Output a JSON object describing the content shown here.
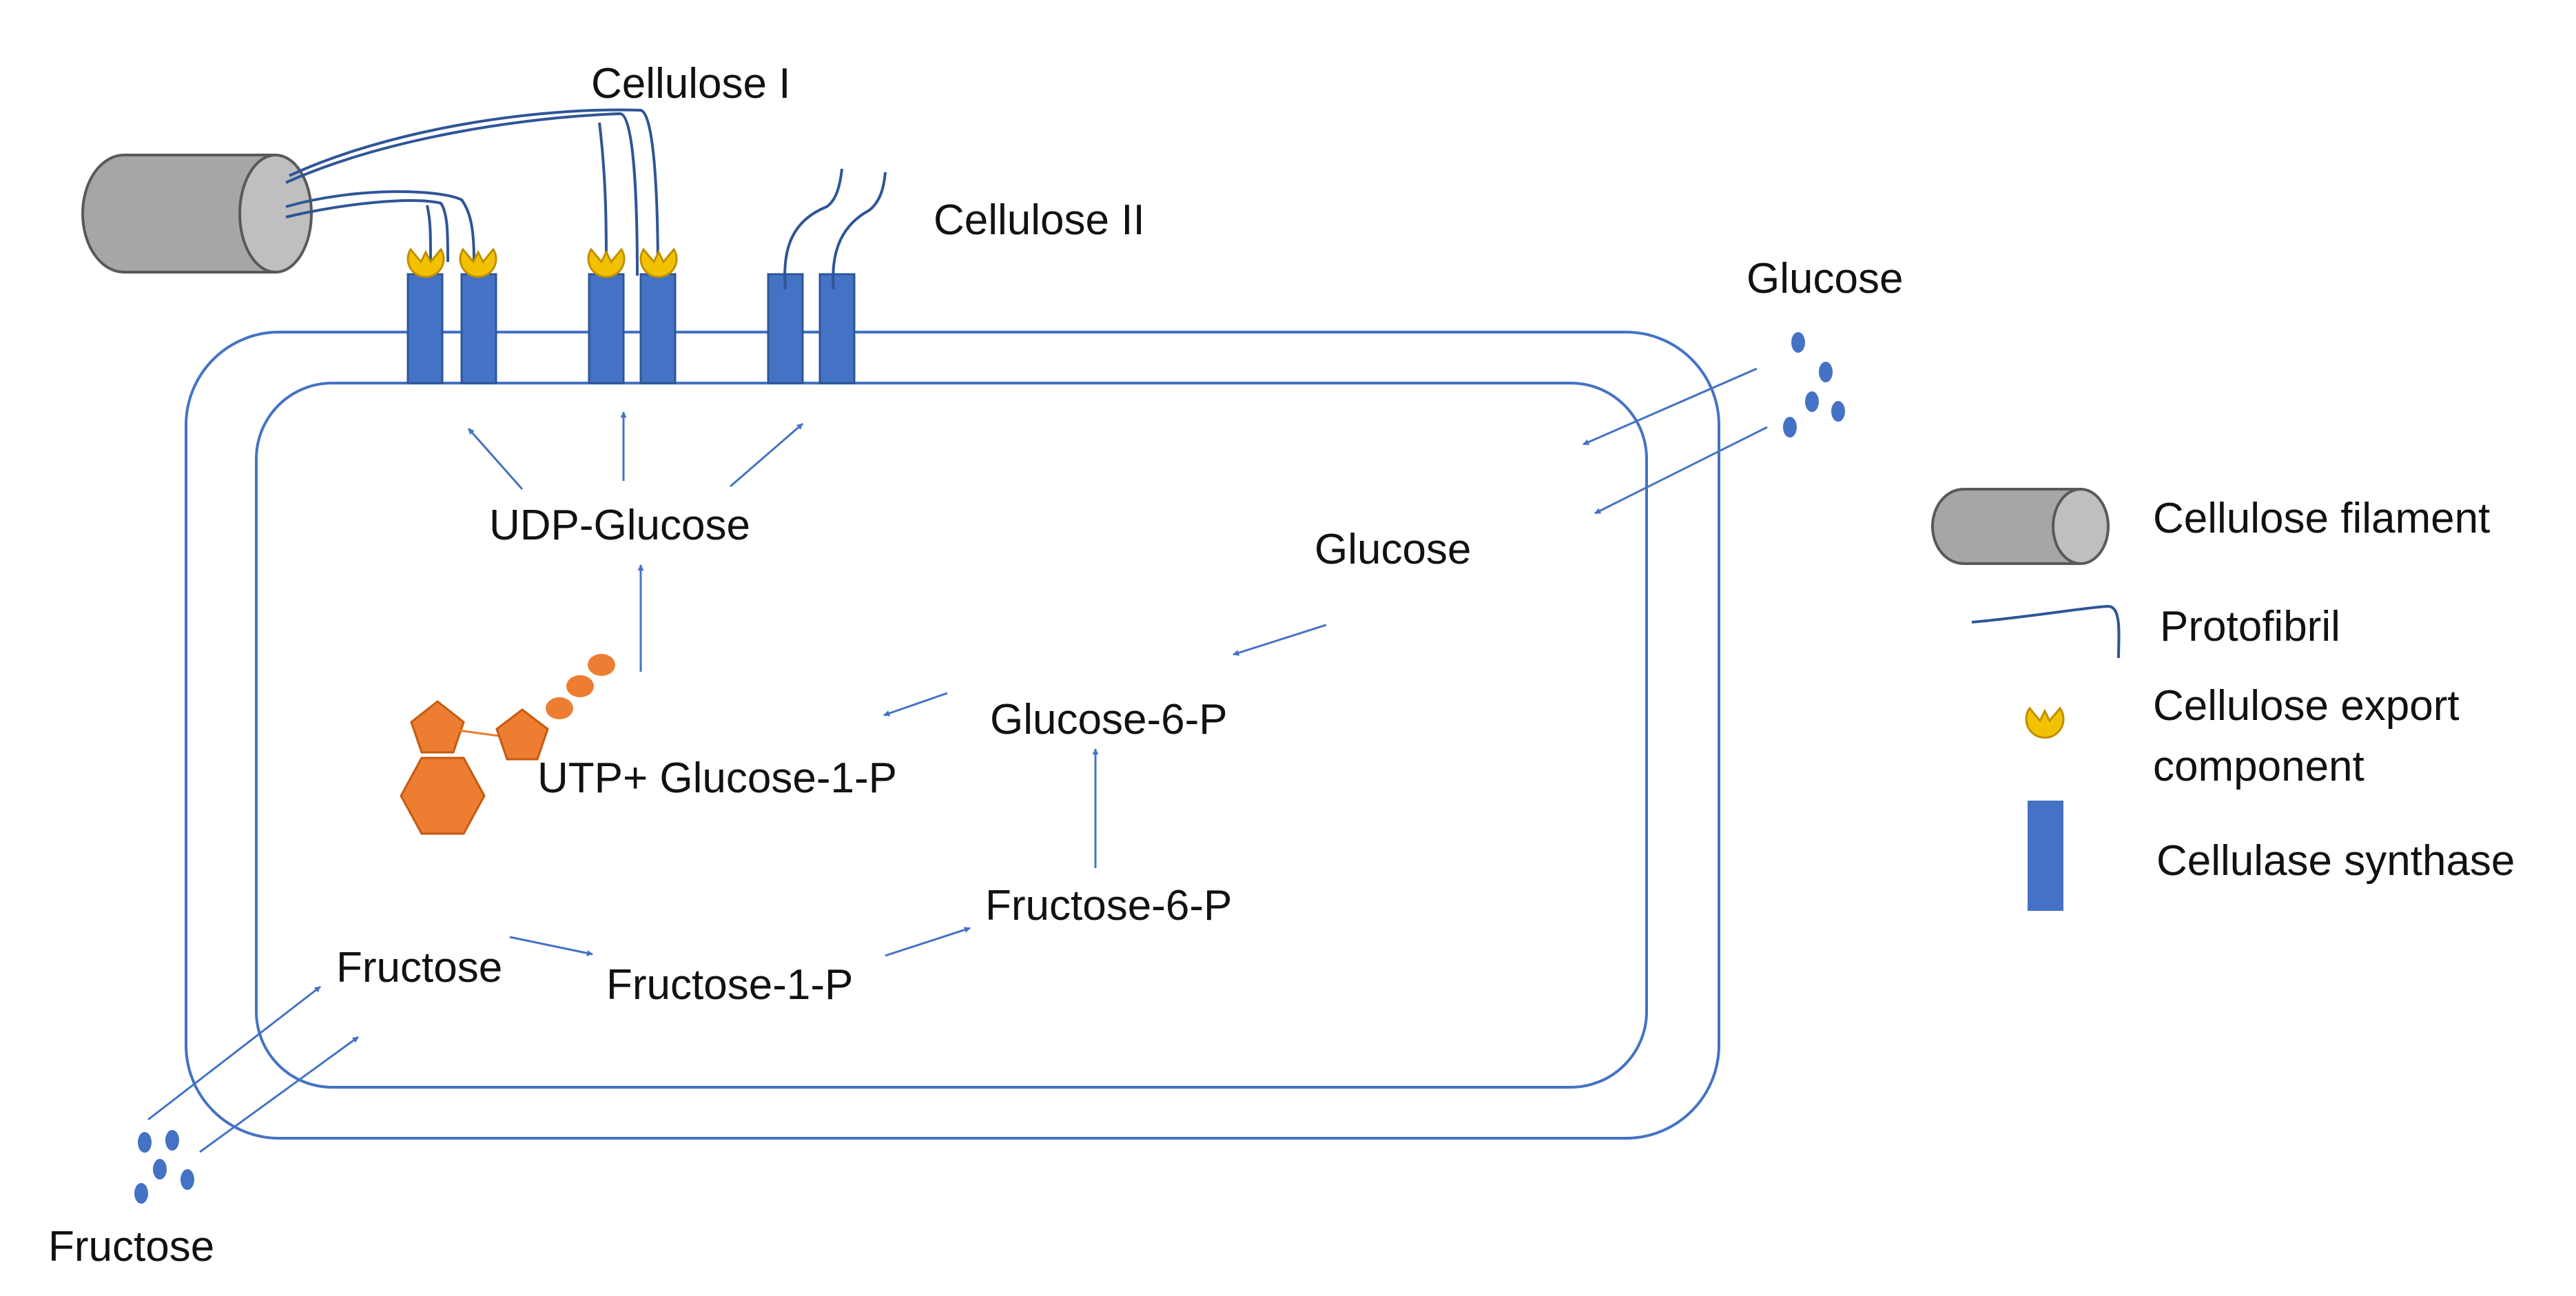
{
  "colors": {
    "membrane": "#4472C4",
    "arrow": "#4472C4",
    "synthase": "#4472C4",
    "export_component": "#F2C200",
    "export_outline": "#C08F00",
    "filament_fill": "#A6A6A6",
    "filament_end": "#BFBFBF",
    "filament_stroke": "#595959",
    "nucleotide": "#ED7D31",
    "sugar_dots": "#4472C4",
    "text": "#111111"
  },
  "labels": {
    "cellulose_1": "Cellulose I",
    "cellulose_2": "Cellulose II",
    "glucose_outside": "Glucose",
    "fructose_outside": "Fructose",
    "udp_glucose": "UDP-Glucose",
    "glucose_inside": "Glucose",
    "glucose_6p": "Glucose-6-P",
    "utp_glucose_1p": "UTP+ Glucose-1-P",
    "fructose_inside": "Fructose",
    "fructose_1p": "Fructose-1-P",
    "fructose_6p": "Fructose-6-P"
  },
  "legend": {
    "filament": "Cellulose filament",
    "protofibril": "Protofibril",
    "export_line1": "Cellulose export",
    "export_line2": "component",
    "synthase": "Cellulase synthase"
  }
}
